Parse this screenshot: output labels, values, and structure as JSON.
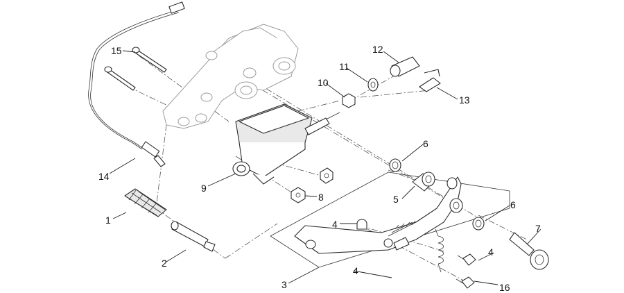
{
  "callouts": [
    {
      "id": "c1",
      "text": "1"
    },
    {
      "id": "c2",
      "text": "2"
    },
    {
      "id": "c3",
      "text": "3"
    },
    {
      "id": "c4a",
      "text": "4"
    },
    {
      "id": "c4b",
      "text": "4"
    },
    {
      "id": "c4c",
      "text": "4"
    },
    {
      "id": "c5",
      "text": "5"
    },
    {
      "id": "c6a",
      "text": "6"
    },
    {
      "id": "c6b",
      "text": "6"
    },
    {
      "id": "c7",
      "text": "7"
    },
    {
      "id": "c8",
      "text": "8"
    },
    {
      "id": "c9",
      "text": "9"
    },
    {
      "id": "c10",
      "text": "10"
    },
    {
      "id": "c11",
      "text": "11"
    },
    {
      "id": "c12",
      "text": "12"
    },
    {
      "id": "c13",
      "text": "13"
    },
    {
      "id": "c14",
      "text": "14"
    },
    {
      "id": "c15",
      "text": "15"
    },
    {
      "id": "c16",
      "text": "16"
    }
  ]
}
